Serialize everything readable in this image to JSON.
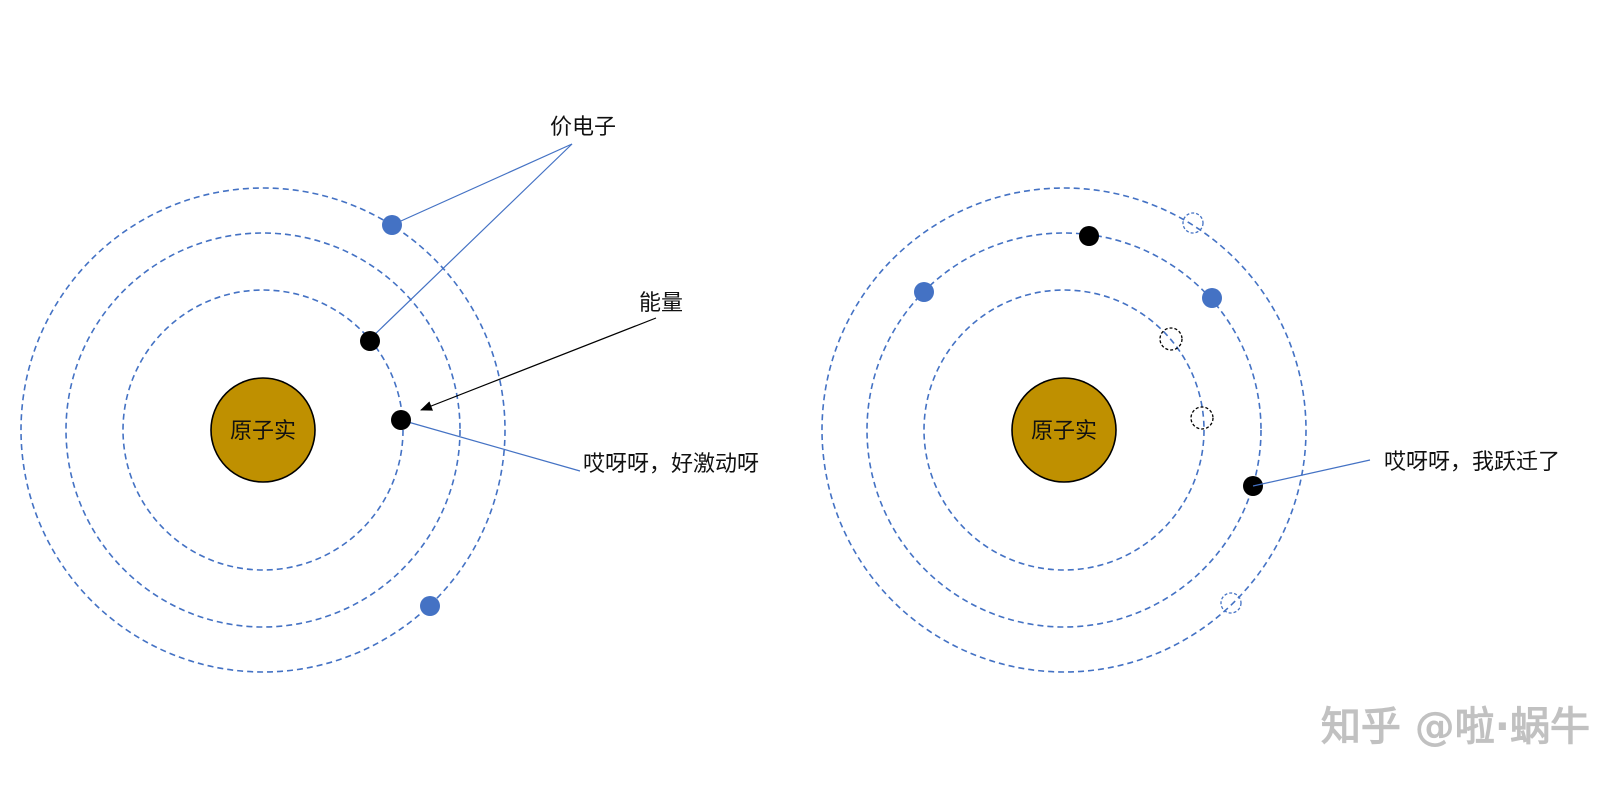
{
  "colors": {
    "core": "#bf9000",
    "orbit": "#4472c4",
    "valence_electron": "#4472c4",
    "inner_electron": "#000000"
  },
  "left_atom": {
    "core_label": "原子实",
    "valence_label": "价电子",
    "energy_label": "能量",
    "excited_label": "哎呀呀，好激动呀"
  },
  "right_atom": {
    "core_label": "原子实",
    "transition_label": "哎呀呀，我跃迁了"
  },
  "watermark": "知乎 @啦·蜗牛"
}
